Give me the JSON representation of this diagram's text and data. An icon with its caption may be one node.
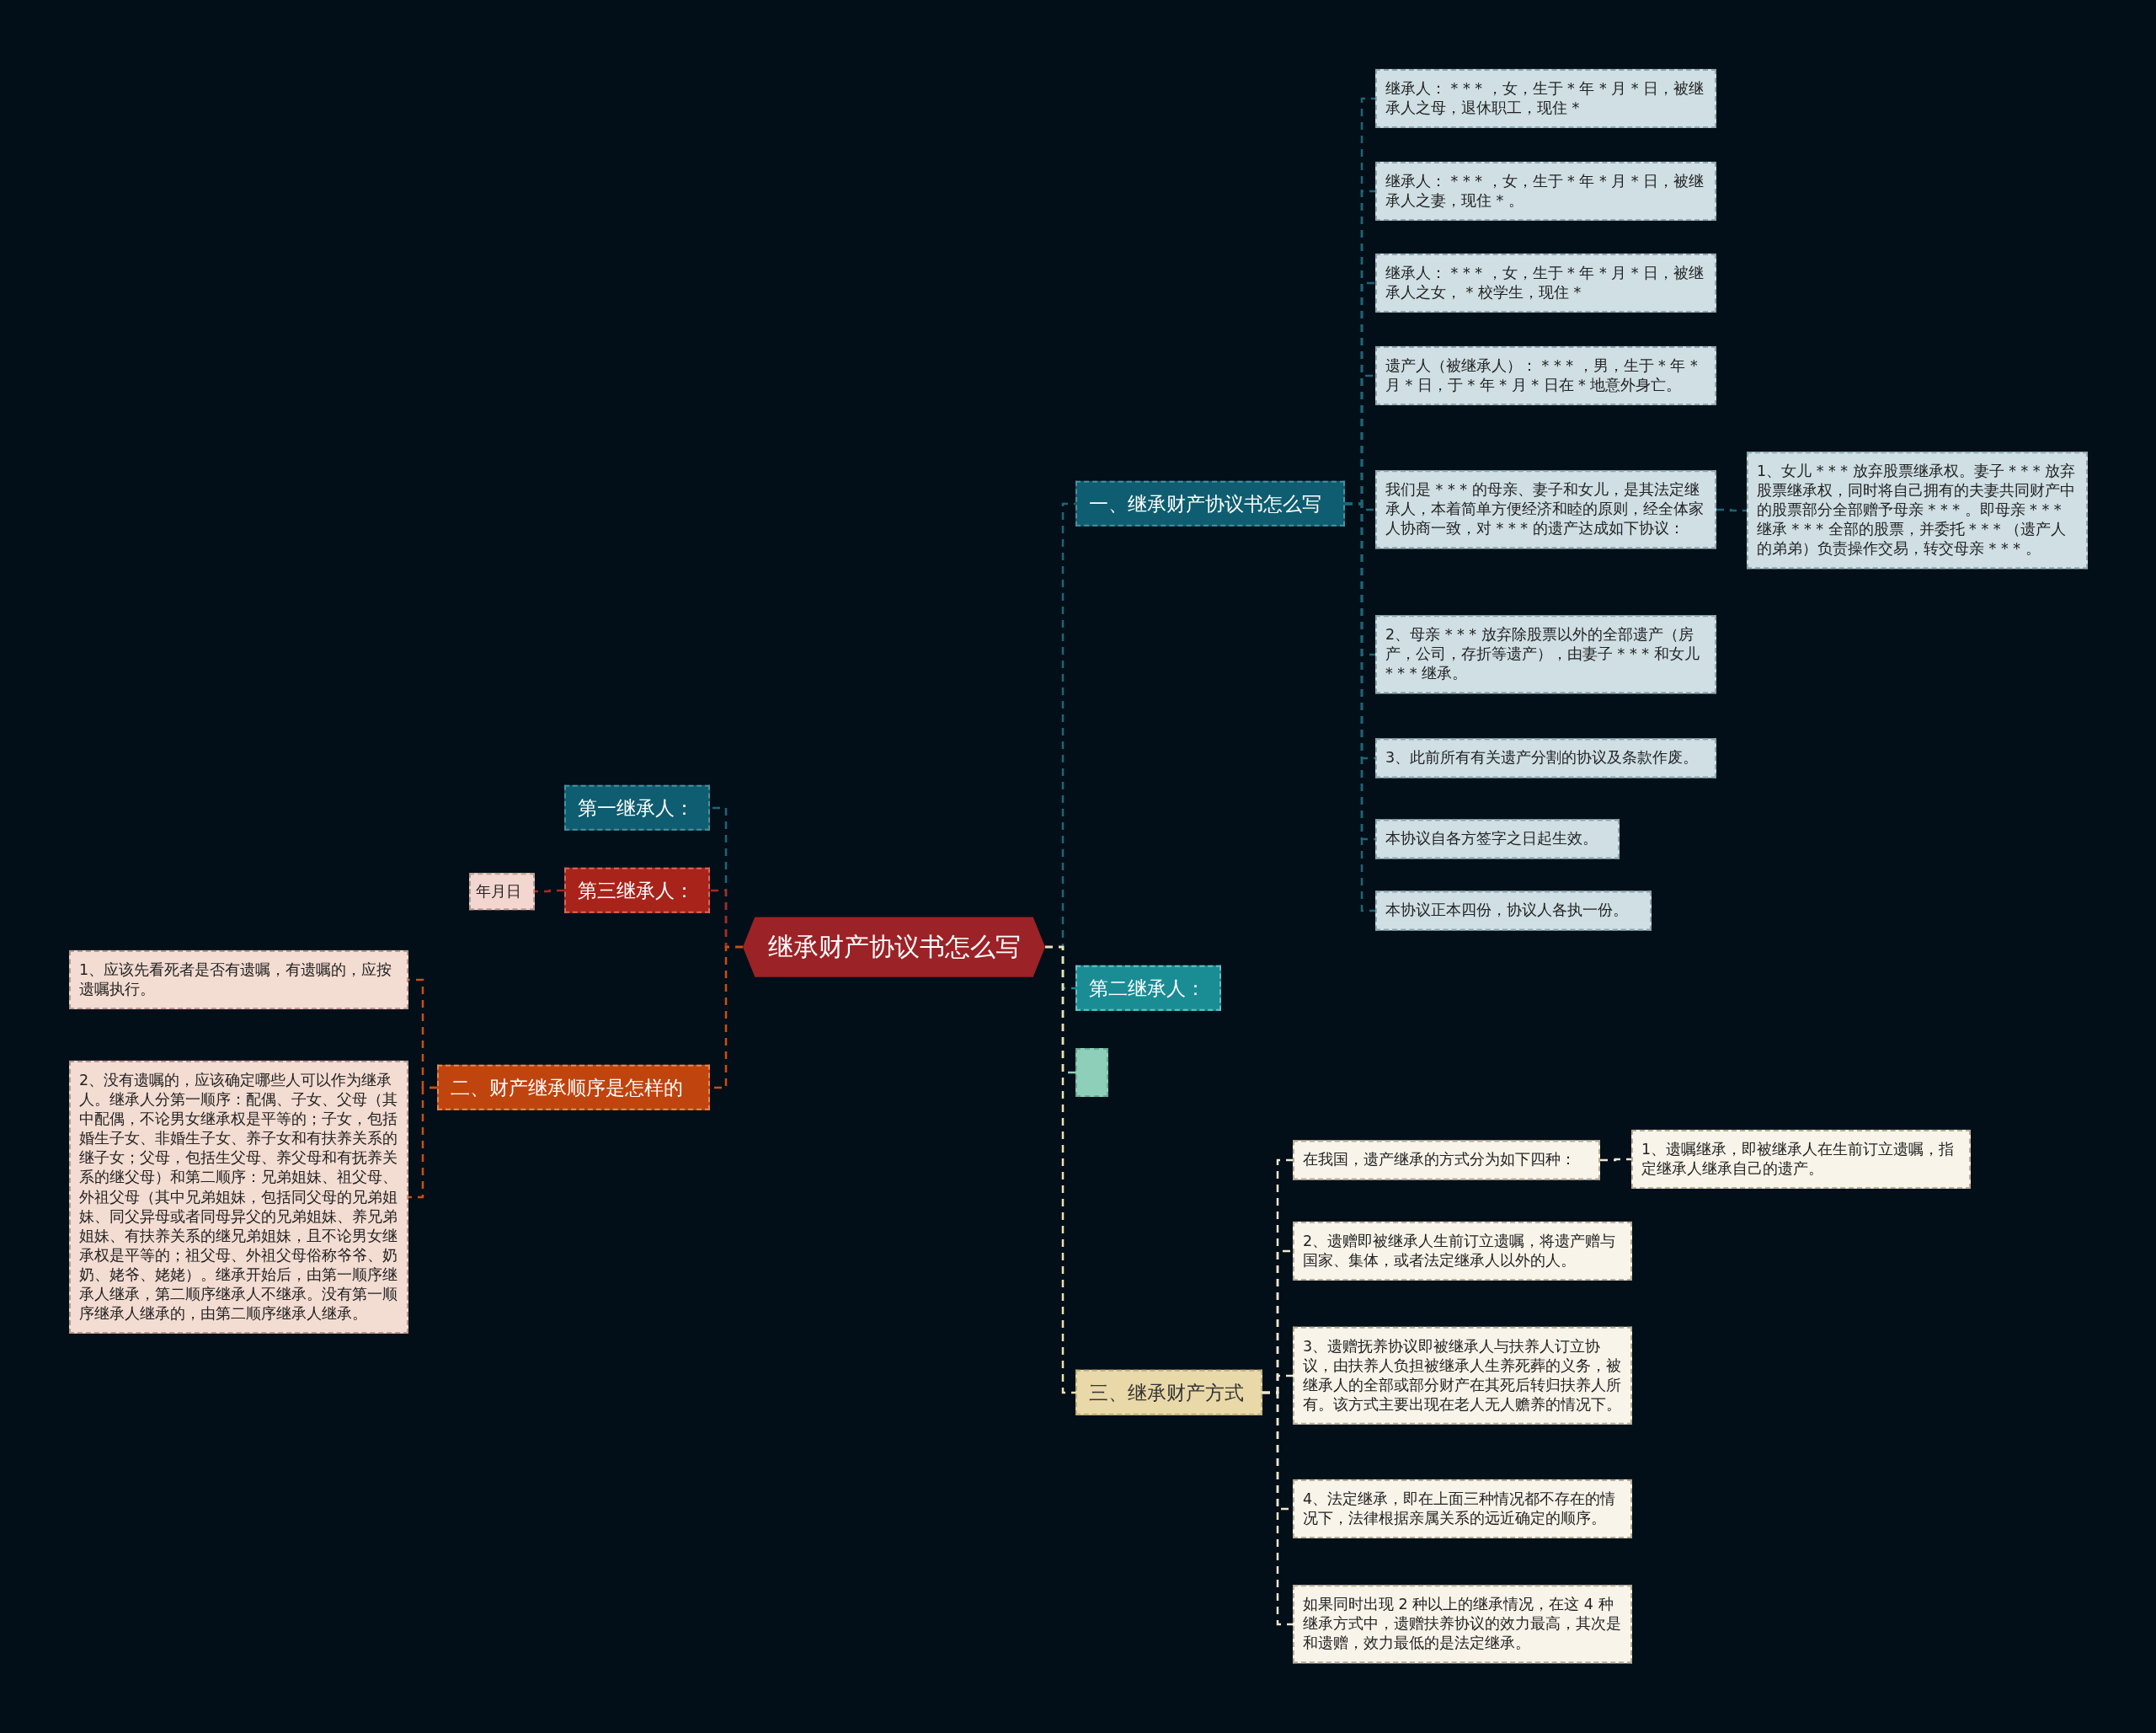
{
  "diagram": {
    "nodes": [
      {
        "text": [
          "继承财产协议书怎么写"
        ]
      },
      {
        "text": [
          "一、继承财产协议书怎么写"
        ]
      },
      {
        "text": [
          "继承人： * * * ，女，生于 * 年 * 月 * 日，被继承人之母，退休职工，现住 *"
        ]
      },
      {
        "text": [
          "继承人： * * * ，女，生于 * 年 * 月 * 日，被继承人之妻，现住 * 。"
        ]
      },
      {
        "text": [
          "继承人： * * * ，女，生于 * 年 * 月 * 日，被继承人之女， * 校学生，现住 *"
        ]
      },
      {
        "text": [
          "遗产人（被继承人）： * * * ，男，生于 * 年 * 月 * 日，于 * 年 * 月 * 日在 * 地意外身亡。"
        ]
      },
      {
        "text": [
          "我们是 * * * 的母亲、妻子和女儿，是其法定继承人，本着简单方便经济和睦的原则，经全体家人协商一致，对 * * * 的遗产达成如下协议："
        ]
      },
      {
        "text": [
          "1、女儿 * * * 放弃股票继承权。妻子 * * * 放弃股票继承权，同时将自己拥有的夫妻共同财产中的股票部分全部赠予母亲 * * * 。即母亲 * * * 继承 * * * 全部的股票，并委托 * * * （遗产人的弟弟）负责操作交易，转交母亲 * * * 。"
        ]
      },
      {
        "text": [
          "2、母亲 * * * 放弃除股票以外的全部遗产（房产，公司，存折等遗产），由妻子 * * * 和女儿 * * * 继承。"
        ]
      },
      {
        "text": [
          "3、此前所有有关遗产分割的协议及条款作废。"
        ]
      },
      {
        "text": [
          "本协议自各方签字之日起生效。"
        ]
      },
      {
        "text": [
          "本协议正本四份，协议人各执一份。"
        ]
      },
      {
        "text": [
          "第二继承人："
        ]
      },
      {
        "text": [],
        "shape": "box"
      },
      {
        "text": [
          "三、继承财产方式"
        ]
      },
      {
        "text": [
          "在我国，遗产继承的方式分为如下四种："
        ]
      },
      {
        "text": [
          "1、遗嘱继承，即被继承人在生前订立遗嘱，指定继承人继承自己的遗产。"
        ]
      },
      {
        "text": [
          "2、遗赠即被继承人生前订立遗嘱，将遗产赠与国家、集体，或者法定继承人以外的人。"
        ]
      },
      {
        "text": [
          "3、遗赠抚养协议即被继承人与扶养人订立协议，由扶养人负担被继承人生养死葬的义务，被继承人的全部或部分财产在其死后转归扶养人所有。该方式主要出现在老人无人赡养的情况下。"
        ]
      },
      {
        "text": [
          "4、法定继承，即在上面三种情况都不存在的情况下，法律根据亲属关系的远近确定的顺序。"
        ]
      },
      {
        "text": [
          "如果同时出现 2 种以上的继承情况，在这 4 种继承方式中，遗赠扶养协议的效力最高，其次是和遗赠，效力最低的是法定继承。"
        ]
      },
      {
        "text": [
          "第一继承人："
        ]
      },
      {
        "text": [
          "第三继承人："
        ]
      },
      {
        "text": [
          "年月日"
        ]
      },
      {
        "text": [
          "二、财产继承顺序是怎样的"
        ]
      },
      {
        "text": [
          "1、应该先看死者是否有遗嘱，有遗嘱的，应按遗嘱执行。"
        ]
      },
      {
        "text": [
          "2、没有遗嘱的，应该确定哪些人可以作为继承人。继承人分第一顺序：配偶、子女、父母（其中配偶，不论男女继承权是平等的；子女，包括婚生子女、非婚生子女、养子女和有扶养关系的继子女；父母，包括生父母、养父母和有抚养关系的继父母）和第二顺序：兄弟姐妹、祖父母、外祖父母（其中兄弟姐妹，包括同父母的兄弟姐妹、同父异母或者同母异父的兄弟姐妹、养兄弟姐妹、有扶养关系的继兄弟姐妹，且不论男女继承权是平等的；祖父母、外祖父母俗称爷爷、奶奶、姥爷、姥姥）。继承开始后，由第一顺序继承人继承，第二顺序继承人不继承。没有第一顺序继承人继承的，由第二顺序继承人继承。"
        ]
      }
    ],
    "edges": [
      {
        "from": 0,
        "to": 1,
        "arrow": "none",
        "style": "dashed",
        "color": "#1e6576"
      },
      {
        "from": 1,
        "to": 2,
        "arrow": "none",
        "style": "dashed",
        "color": "#1e6576"
      },
      {
        "from": 1,
        "to": 3,
        "arrow": "none",
        "style": "dashed",
        "color": "#1e6576"
      },
      {
        "from": 1,
        "to": 4,
        "arrow": "none",
        "style": "dashed",
        "color": "#1e6576"
      },
      {
        "from": 1,
        "to": 5,
        "arrow": "none",
        "style": "dashed",
        "color": "#1e6576"
      },
      {
        "from": 1,
        "to": 6,
        "arrow": "none",
        "style": "dashed",
        "color": "#1e6576"
      },
      {
        "from": 6,
        "to": 7,
        "arrow": "none",
        "style": "dashed",
        "color": "#1e6576"
      },
      {
        "from": 1,
        "to": 8,
        "arrow": "none",
        "style": "dashed",
        "color": "#1e6576"
      },
      {
        "from": 1,
        "to": 9,
        "arrow": "none",
        "style": "dashed",
        "color": "#1e6576"
      },
      {
        "from": 1,
        "to": 10,
        "arrow": "none",
        "style": "dashed",
        "color": "#1e6576"
      },
      {
        "from": 1,
        "to": 11,
        "arrow": "none",
        "style": "dashed",
        "color": "#1e6576"
      },
      {
        "from": 0,
        "to": 12,
        "arrow": "none",
        "style": "dashed",
        "color": "#1c8a90"
      },
      {
        "from": 0,
        "to": 13,
        "arrow": "none",
        "style": "dashed",
        "color": "#8ecfb9"
      },
      {
        "from": 0,
        "to": 14,
        "arrow": "none",
        "style": "dashed",
        "color": "#efe0b0"
      },
      {
        "from": 14,
        "to": 15,
        "arrow": "none",
        "style": "dashed",
        "color": "#efe6cf"
      },
      {
        "from": 15,
        "to": 16,
        "arrow": "none",
        "style": "dashed",
        "color": "#efe6cf"
      },
      {
        "from": 14,
        "to": 17,
        "arrow": "none",
        "style": "dashed",
        "color": "#efe6cf"
      },
      {
        "from": 14,
        "to": 18,
        "arrow": "none",
        "style": "dashed",
        "color": "#efe6cf"
      },
      {
        "from": 14,
        "to": 19,
        "arrow": "none",
        "style": "dashed",
        "color": "#efe6cf"
      },
      {
        "from": 14,
        "to": 20,
        "arrow": "none",
        "style": "dashed",
        "color": "#efe6cf"
      },
      {
        "from": 0,
        "to": 21,
        "arrow": "none",
        "style": "dashed",
        "color": "#1e6576"
      },
      {
        "from": 0,
        "to": 22,
        "arrow": "none",
        "style": "dashed",
        "color": "#b0271c"
      },
      {
        "from": 22,
        "to": 23,
        "arrow": "none",
        "style": "dashed",
        "color": "#b0271c"
      },
      {
        "from": 0,
        "to": 24,
        "arrow": "none",
        "style": "dashed",
        "color": "#c8500f"
      },
      {
        "from": 24,
        "to": 25,
        "arrow": "none",
        "style": "dashed",
        "color": "#c8500f"
      },
      {
        "from": 24,
        "to": 26,
        "arrow": "none",
        "style": "dashed",
        "color": "#c8500f"
      }
    ]
  }
}
